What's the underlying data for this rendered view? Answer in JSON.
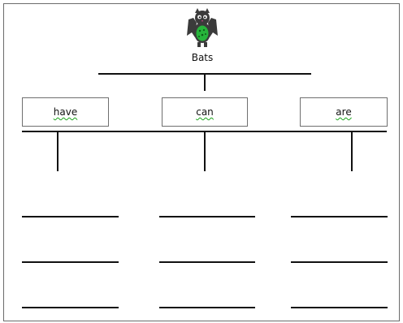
{
  "organizer": {
    "topic": "Bats",
    "categories": [
      {
        "label": "have"
      },
      {
        "label": "can"
      },
      {
        "label": "are"
      }
    ]
  },
  "colors": {
    "line": "#111111",
    "box_border": "#6f6f6f",
    "spellcheck_underline": "#19a319",
    "bat_body": "#3b3b3b",
    "bat_belly": "#27b53b"
  },
  "icon": "bat-icon"
}
